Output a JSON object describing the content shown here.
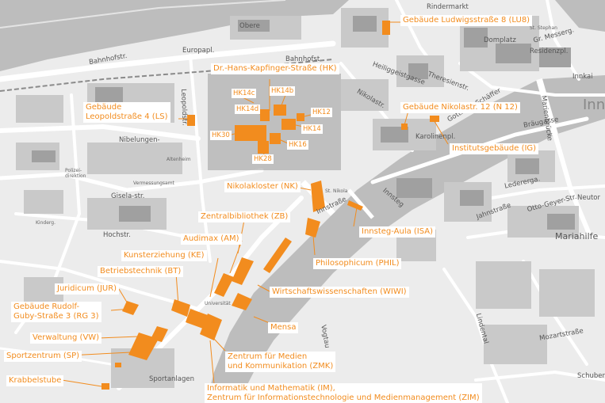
{
  "colors": {
    "accent": "#f28c1e",
    "background": "#ececec",
    "road": "#ffffff",
    "block": "#c9c9c9",
    "building": "#a0a0a0",
    "river": "#bdbdbd"
  },
  "labels": [
    {
      "id": "lu8",
      "text": "Gebäude Ludwigsstraße 8 (LU8)"
    },
    {
      "id": "hk",
      "text": "Dr.-Hans-Kapfinger-Straße (HK)"
    },
    {
      "id": "ls",
      "text": "Gebäude\nLeopoldstraße 4 (LS)"
    },
    {
      "id": "hk14c",
      "text": "HK14c"
    },
    {
      "id": "hk14b",
      "text": "HK14b"
    },
    {
      "id": "hk14d",
      "text": "HK14d"
    },
    {
      "id": "hk12",
      "text": "HK12"
    },
    {
      "id": "hk14",
      "text": "HK14"
    },
    {
      "id": "hk30",
      "text": "HK30"
    },
    {
      "id": "hk16",
      "text": "HK16"
    },
    {
      "id": "hk28",
      "text": "HK28"
    },
    {
      "id": "n12",
      "text": "Gebäude Nikolastr. 12 (N 12)"
    },
    {
      "id": "ig",
      "text": "Institutsgebäude (IG)"
    },
    {
      "id": "nk",
      "text": "Nikolakloster (NK)"
    },
    {
      "id": "zb",
      "text": "Zentralbibliothek (ZB)"
    },
    {
      "id": "isa",
      "text": "Innsteg-Aula (ISA)"
    },
    {
      "id": "am",
      "text": "Audimax (AM)"
    },
    {
      "id": "ke",
      "text": "Kunsterziehung (KE)"
    },
    {
      "id": "phil",
      "text": "Philosophicum (PHIL)"
    },
    {
      "id": "bt",
      "text": "Betriebstechnik (BT)"
    },
    {
      "id": "jur",
      "text": "Juridicum (JUR)"
    },
    {
      "id": "wiwi",
      "text": "Wirtschaftswissenschaften (WIWI)"
    },
    {
      "id": "rg3",
      "text": "Gebäude Rudolf-\nGuby-Straße 3 (RG 3)"
    },
    {
      "id": "mensa",
      "text": "Mensa"
    },
    {
      "id": "vw",
      "text": "Verwaltung (VW)"
    },
    {
      "id": "zmk",
      "text": "Zentrum für Medien\nund Kommunikation (ZMK)"
    },
    {
      "id": "sp",
      "text": "Sportzentrum (SP)"
    },
    {
      "id": "kr",
      "text": "Krabbelstube"
    },
    {
      "id": "im",
      "text": "Informatik und Mathematik (IM),\nZentrum für Informationstechnologie und Medienmanagement (ZIM)"
    }
  ],
  "streets": [
    {
      "id": "s1",
      "text": "Obere"
    },
    {
      "id": "s2",
      "text": "Europapl."
    },
    {
      "id": "s3",
      "text": "Bahnhofstr."
    },
    {
      "id": "s4",
      "text": "Bahnhofst"
    },
    {
      "id": "s5",
      "text": "Nibelungen-"
    },
    {
      "id": "s6",
      "text": "Gisela-str."
    },
    {
      "id": "s7",
      "text": "Innstraße"
    },
    {
      "id": "s8",
      "text": "Innsteg"
    },
    {
      "id": "s9",
      "text": "Vogtau"
    },
    {
      "id": "s10",
      "text": "Lindental"
    },
    {
      "id": "s11",
      "text": "Inn"
    },
    {
      "id": "s12",
      "text": "Mariahilfe"
    },
    {
      "id": "s13",
      "text": "Neutor"
    },
    {
      "id": "s14",
      "text": "Domplatz"
    },
    {
      "id": "s15",
      "text": "Residenzpl."
    },
    {
      "id": "s16",
      "text": "Gr. Messerg."
    },
    {
      "id": "s17",
      "text": "Theresienstr."
    },
    {
      "id": "s18",
      "text": "Hochstr."
    },
    {
      "id": "s19",
      "text": "Sportanlagen"
    },
    {
      "id": "s20",
      "text": "Universität"
    },
    {
      "id": "s21",
      "text": "Altenheim"
    },
    {
      "id": "s22",
      "text": "Mozartstraße"
    },
    {
      "id": "s23",
      "text": "Schuber"
    },
    {
      "id": "s24",
      "text": "Leopoldstr."
    },
    {
      "id": "s25",
      "text": "Kinderg."
    },
    {
      "id": "s26",
      "text": "Polizei-\ndirektion"
    },
    {
      "id": "s27",
      "text": "Vermessungsamt"
    },
    {
      "id": "s28",
      "text": "Ledererga."
    },
    {
      "id": "s29",
      "text": "Jahnstraße"
    },
    {
      "id": "s30",
      "text": "Otto-Geyer-Str."
    },
    {
      "id": "s31",
      "text": "Gottfried-Schäffer"
    },
    {
      "id": "s32",
      "text": "Nikolastr."
    },
    {
      "id": "s33",
      "text": "Bräugasse"
    },
    {
      "id": "s34",
      "text": "Marienbrücke"
    },
    {
      "id": "s35",
      "text": "St. Nikola"
    },
    {
      "id": "s36",
      "text": "Innkai"
    },
    {
      "id": "s37",
      "text": "Karolinenpl."
    },
    {
      "id": "s38",
      "text": "St. Stephan"
    },
    {
      "id": "s39",
      "text": "Heiliggeistgasse"
    },
    {
      "id": "s40",
      "text": "Rindermarkt"
    }
  ]
}
